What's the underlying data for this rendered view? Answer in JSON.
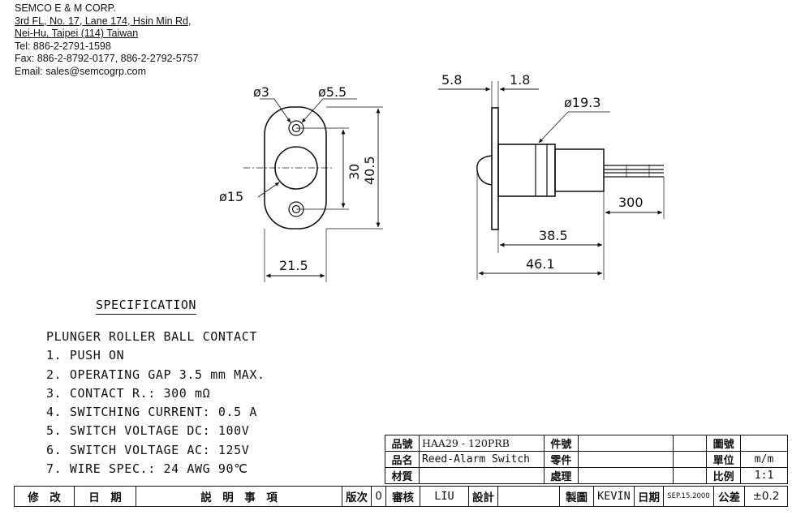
{
  "company": {
    "name": "SEMCO E & M CORP.",
    "address1": "3rd FL, No. 17, Lane 174, Hsin Min Rd,",
    "address2": "Nei-Hu, Taipei (114) Taiwan",
    "tel": "Tel: 886-2-2791-1598",
    "fax": "Fax: 886-2-8792-0177, 886-2-2792-5757",
    "email": "Email: sales@semcogrp.com"
  },
  "dimensions": {
    "hole_small": "ø3",
    "hole_large": "ø5.5",
    "plunger_dia": "ø15",
    "hole_spacing": "30",
    "height": "40.5",
    "width": "21.5",
    "flange_thick": "5.8",
    "flange_gap": "1.8",
    "body_dia": "ø19.3",
    "wire_length": "300",
    "body_length": "38.5",
    "total_length": "46.1"
  },
  "specification": {
    "title": "SPECIFICATION",
    "lines": [
      "PLUNGER ROLLER BALL CONTACT",
      "1. PUSH ON",
      "2. OPERATING GAP 3.5 mm MAX.",
      "3. CONTACT R.: 300 mΩ",
      "4. SWITCHING CURRENT: 0.5 A",
      "5. SWITCH VOLTAGE DC: 100V",
      "6. SWITCH VOLTAGE AC: 125V",
      "7. WIRE SPEC.: 24 AWG 90℃"
    ]
  },
  "title_block": {
    "part_no_label": "品號",
    "part_no": "HAA29 - 120PRB",
    "part_name_label": "品名",
    "part_name": "Reed-Alarm Switch",
    "material_label": "材質",
    "material": "",
    "item_no_label": "件號",
    "item_no": "",
    "component_label": "零件",
    "component": "",
    "process_label": "處理",
    "process": "",
    "drawing_no_label": "圖號",
    "drawing_no": "",
    "unit_label": "單位",
    "unit": "m/m",
    "scale_label": "比例",
    "scale": "1:1",
    "tolerance_label": "公差",
    "tolerance": "±0.2"
  },
  "revision_row": {
    "modify": "修　改",
    "date": "日　期",
    "description": "説　明　事　項",
    "version": "版次",
    "version_no": "0",
    "review": "審核",
    "reviewer": "LIU",
    "design": "設計",
    "design_by": "",
    "drafted_label": "製圖",
    "drafter": "KEVIN",
    "date_label": "日期",
    "date_value": "SEP.15.2000"
  }
}
